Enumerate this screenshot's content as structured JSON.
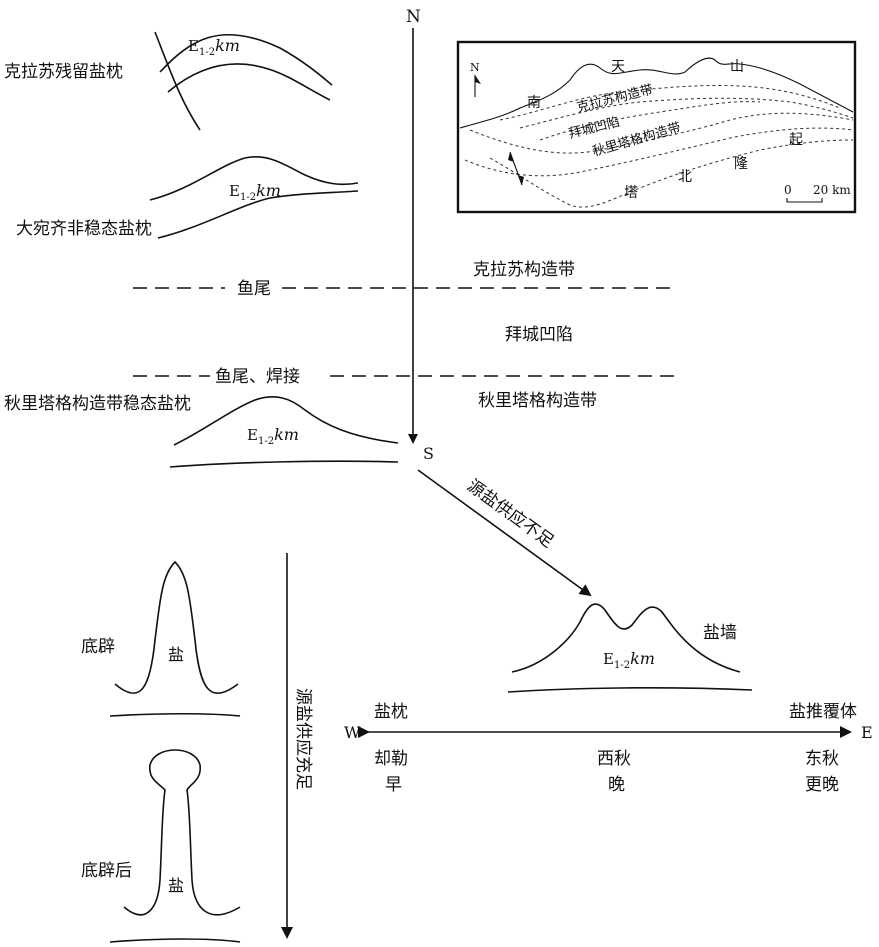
{
  "compass": {
    "north": "N",
    "south": "S",
    "west": "W",
    "east": "E"
  },
  "formation": {
    "base": "E",
    "sub": "1-2",
    "suffix": "km"
  },
  "salt_label": "盐",
  "left_structures": {
    "kelasu": "克拉苏残留盐枕",
    "dawanqi": "大宛齐非稳态盐枕",
    "qiulitage": "秋里塔格构造带稳态盐枕",
    "diapir": "底辟",
    "post_diapir": "底辟后"
  },
  "zones": {
    "kelasu_belt": "克拉苏构造带",
    "baicheng_sag": "拜城凹陷",
    "qiulitage_belt": "秋里塔格构造带",
    "fishtail_1": "鱼尾",
    "fishtail_2": "鱼尾、焊接"
  },
  "arrows": {
    "insufficient": "源盐供应不足",
    "sufficient": "源盐供应充足"
  },
  "salt_wall": "盐墙",
  "ew_axis": {
    "salt_pillow": "盐枕",
    "salt_nappe": "盐推覆体",
    "west_name": "却勒",
    "west_time": "早",
    "mid_name": "西秋",
    "mid_time": "晚",
    "east_name": "东秋",
    "east_time": "更晚"
  },
  "inset_map": {
    "north": "N",
    "tianshan_1": "天",
    "tianshan_2": "山",
    "south": "南",
    "kelasu": "克拉苏构造带",
    "baicheng": "拜城凹陷",
    "qiulitage": "秋里塔格构造带",
    "tabei_1": "塔",
    "tabei_2": "北",
    "tabei_3": "隆",
    "tabei_4": "起",
    "scale_zero": "0",
    "scale_km": "20 km"
  }
}
